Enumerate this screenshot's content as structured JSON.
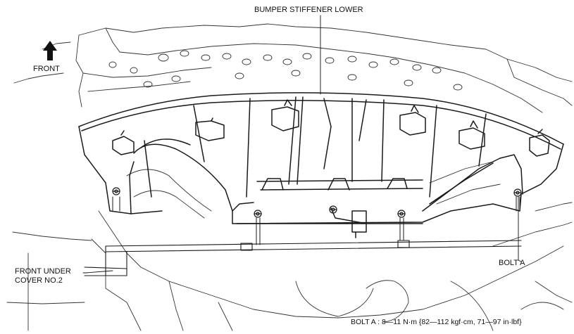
{
  "labels": {
    "front": "FRONT",
    "bumper_stiffener_lower": "BUMPER STIFFENER LOWER",
    "front_under_cover_line1": "FRONT UNDER",
    "front_under_cover_line2": "COVER NO.2",
    "bolt_a": "BOLT A"
  },
  "spec": {
    "bolt_a_torque": "BOLT A : 8—11 N·m {82—112 kgf·cm, 71—97 in·lbf}"
  },
  "colors": {
    "line": "#1a1a1a",
    "background": "#ffffff"
  }
}
